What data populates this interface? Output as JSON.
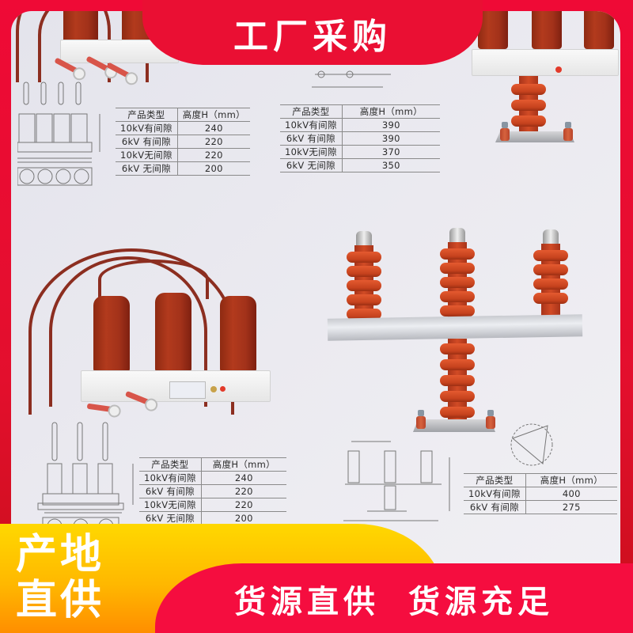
{
  "header": {
    "title": "工厂采购"
  },
  "footer": {
    "origin_label": "产地直供",
    "origin_line1": "产地",
    "origin_line2": "直供",
    "slogan_left": "货源直供",
    "slogan_right": "货源充足"
  },
  "colors": {
    "frame_red": "#e8142e",
    "banner_red": "#ea0f33",
    "bottom_red": "#f50d3f",
    "yellow_top": "#ffd800",
    "yellow_bottom": "#ff8e00",
    "background": "#ebeaf0",
    "insulator": "#c9441f"
  },
  "tables": {
    "four_column_gapped": {
      "headers": [
        "产品类型",
        "高度H（mm）"
      ],
      "rows": [
        [
          "10kV有间隙",
          "240"
        ],
        [
          "6kV 有间隙",
          "220"
        ],
        [
          "10kV无间隙",
          "220"
        ],
        [
          "6kV 无间隙",
          "200"
        ]
      ]
    },
    "pole_mounted": {
      "headers": [
        "产品类型",
        "高度H（mm）"
      ],
      "rows": [
        [
          "10kV有间隙",
          "390"
        ],
        [
          "6kV 有间隙",
          "390"
        ],
        [
          "10kV无间隙",
          "370"
        ],
        [
          "6kV 无间隙",
          "350"
        ]
      ]
    },
    "three_phase_box": {
      "headers": [
        "产品类型",
        "高度H（mm）"
      ],
      "rows": [
        [
          "10kV有间隙",
          "240"
        ],
        [
          "6kV 有间隙",
          "220"
        ],
        [
          "10kV无间隙",
          "220"
        ],
        [
          "6kV 无间隙",
          "200"
        ]
      ]
    },
    "bracket_type": {
      "headers": [
        "产品类型",
        "高度H（mm）"
      ],
      "rows": [
        [
          "10kV有间隙",
          "400"
        ],
        [
          "6kV 有间隙",
          "275"
        ]
      ]
    }
  },
  "products": [
    {
      "name": "three-phase-combined-surge-arrester-with-cables"
    },
    {
      "name": "pole-mounted-combined-arrester"
    },
    {
      "name": "bracket-mounted-three-phase-arrester"
    }
  ]
}
